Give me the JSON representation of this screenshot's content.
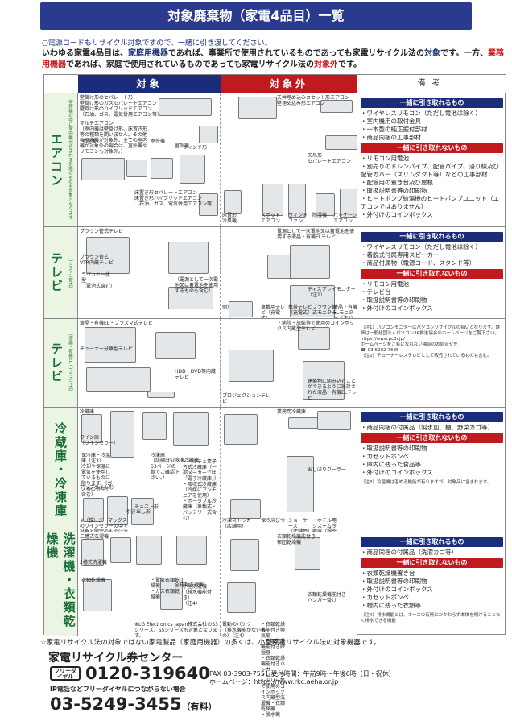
{
  "title": "対象廃棄物（家電4品目）一覧",
  "notice": "○電源コードもリサイクル対象ですので、一緒に引き渡してください。",
  "lead": {
    "p1": "いわゆる家電4品目は、",
    "p2": "家庭用機器",
    "p3": "であれば、事業所で使用されているものであっても家電リサイクル法の",
    "p4": "対象",
    "p5": "です。一方、",
    "p6": "業務用機器",
    "p7": "であれば、家庭で使用されているものであっても家電リサイクル法の",
    "p8": "対象外",
    "p9": "です。"
  },
  "headers": {
    "target": "対象",
    "nontarget": "対象外",
    "remarks": "備考"
  },
  "rows": [
    {
      "big": "エアコン",
      "small": "室外機の中に室内機が含まれる形態のものも対象となります",
      "a_labels": [
        "壁掛け形のセパレート形\n壁掛け形のガスセパレートエアコン\n壁掛け形のハイブリッドエアコン\n（石油、ガス、電気併用エアコン等）",
        "室外機",
        "マルチエアコン\n（室内機は壁掛け形、床置き形等の種類を問いません。その他の室内機が対象外、全ての室内機が対象外の場合は、室外機やリモコンも対象外。）",
        "室内機",
        "室外機",
        "ウィンド形",
        "床置き形セパレートエアコン\n床置き形ハイブリッドエアコン\n（石油、ガス、電気併用エアコン等）"
      ],
      "b_labels": [
        "天井埋め込みカセット形エアコン\n壁埋め込み形エアコン",
        "天吊形\nセパレートエアコン",
        "床置形\n冷風機",
        "スポット\nエアコン",
        "ウィンド\nファン",
        "除湿機",
        "パッケージ\nエアコン"
      ],
      "ok": [
        "ワイヤレスリモコン（ただし電池は除く）",
        "室内機用の取付金具",
        "一本型の純正据付部材",
        "商品同梱の工事部材"
      ],
      "ng": [
        "リモコン用電池",
        "別売りのドレンパイプ、配管パイプ、浸り線及び配管カバー（スリムダクト等）などの工事部材",
        "配管用の置き台及び屋根",
        "取扱説明書等の印刷物",
        "ヒートポンプ給湯機のヒートポンプユニット（エアコンではありません）",
        "外付けのコインボックス"
      ]
    },
    {
      "big": "テレビ",
      "small": "（ブラウン管式）",
      "a_labels": [
        "ブラウン管式テレビ",
        "（電源として一次電池又は蓄電池を使用するものも含む）",
        "ブラウン管式\nVTR内蔵テレビ",
        "ラジカセ一体型\n（電池式含む）"
      ],
      "b_labels": [
        "電源として一次電池又は蓄電池を使用する液晶・有機ELテレビ",
        "ディスプレイモニター（注1）",
        "例）",
        "車載用テレビ（充電式）",
        "携帯テレビ（充電式）",
        "ブラウン管式モニター",
        "液晶・有機ELモニター（注2）"
      ],
      "ok": [
        "ワイヤレスリモコン（ただし電池は除く）",
        "着脱式付属専用スピーカー",
        "商品付属物（電源コード、スタンド等）"
      ],
      "ng": [
        "リモコン用電池",
        "テレビ台",
        "取扱説明書等の印刷物",
        "外付けのコインボックス"
      ]
    },
    {
      "big": "テレビ",
      "small": "（液晶・有機EL・プラズマ式）",
      "a_labels": [
        "液晶・有機EL・プラズマ式テレビ",
        "HDD・DVD等内蔵テレビ",
        "チューナー分離型テレビ"
      ],
      "b_labels": [
        "・病院・旅館等で使用のコインボックス内蔵型テレビ",
        "建築物に組み込むことができるように設計された液晶・有機ELテレビ",
        "プロジェクションテレビ"
      ],
      "notes": "（注1）パソコンモニターはパソコンリサイクルの扱いとなります。詳細は一般社団法人パソコン3R推進協会のホームページをご覧下さい。\nhttps://www.pc3r.jp/\nホームページをご覧になれない場合のお問合せ先\n☎ 03-5282-7685\n（注2）チューナーレステレビとして販売されているものも含む。"
    },
    {
      "big": "冷蔵庫・冷凍庫",
      "small": "",
      "a_labels": [
        "冷蔵庫",
        "冷凍冷蔵庫",
        "ワイン庫\n（ワインセラー）",
        "保冷庫・冷温庫（注3）\n冷却や保温に電気を使用しているものに限ります。（ガス等の併用も含む）",
        "冷凍庫\n（詳細は50〜53ページの一覧でご確認下さい。）",
        "・ペルチェ素子方式冷蔵庫（一部メーカーでは「電子冷蔵庫」）\n・吸収式冷蔵庫（冷媒にアンモニアを使用）\n・ポータブル冷蔵庫（車載式・バッテリー式含む）",
        "チェスト形",
        "アップライト形",
        "引き出し形",
        "※（株）ジーマックスのワインセラーの中で対象と限定のものは冷蔵庫・冷凍庫の対象外"
      ],
      "b_labels": [
        "業務用冷蔵庫",
        "おしぼりクーラー",
        "冷凍ストッカー\n（店舗用）",
        "保冷米びつ",
        "ショーケース\n（店舗用）",
        "・ホテル用システム冷蔵庫（課金式）\n・冷水機・製氷機\n・化粧品専用の保冷庫"
      ],
      "ok": [
        "商品同梱の付属品（製氷皿、棚、野菜カゴ等）"
      ],
      "ng": [
        "取扱説明書等の印刷物",
        "カセットボンベ",
        "庫内に残った食品等",
        "外付けのコインボックス"
      ],
      "notes": "（注3）冷温機は温める機能が有りますが、対象品に含まれます。"
    },
    {
      "big": "洗濯機・衣類乾燥機",
      "small": "",
      "a_labels": [
        "二槽式洗濯機",
        "全自動洗濯機",
        "2槽式洗濯機",
        "衣類乾燥機",
        "・電気衣類乾燥機\n・ガス衣類乾燥機",
        "小型洗濯機\n（排水機能付き）\n（注4）",
        "※LG Electronics Japan株式会社のS3シリーズ、S5シリーズも対象となります。"
      ],
      "b_labels": [
        "衣類乾燥機能付き\n布団乾燥機",
        "衣類乾燥機能付き\nハンガー掛け",
        "電動のバケツ\n（排水機能がないもの）（注4）",
        "・衣類乾燥機能付き換気扇\n・衣類乾燥機能付き除湿器\n・衣類乾燥機能付きハンガー\n・コインランドリー等で使用のコインボックス内蔵型洗濯機・衣類乾燥機\n・脱水機"
      ],
      "ok": [
        "商品同梱の付属品（洗濯カゴ等）"
      ],
      "ng": [
        "衣類乾燥機置き台",
        "取扱説明書等の印刷物",
        "外付けのコインボックス",
        "カセットボンベ",
        "槽内に残った衣類等"
      ],
      "notes": "（注4）排水機能とは、ホースの有無にかかわらず本体を傾けることなく排水できる機能"
    }
  ],
  "remark_heads": {
    "ok": "一緒に引き取れるもの",
    "ng": "一緒に引き取れないもの"
  },
  "footer": {
    "note": "☆家電リサイクル法の対象ではない家電製品（家庭用機器）の多くは、小型家電リサイクル法の対象機器です。",
    "center": "家電リサイクル券センター",
    "freedial_icon": "フリーダイヤル",
    "freedial": "0120-319640",
    "fax": "FAX 03-3903-7551  受付時間：午前9時〜午後6時（日・祝休）",
    "homepage": "ホームページ：https://www.rkc.aeha.or.jp",
    "ipnote": "IP電話などフリーダイヤルにつながらない場合",
    "tel": "03-5249-3455",
    "tel_suffix": "（有料）"
  }
}
